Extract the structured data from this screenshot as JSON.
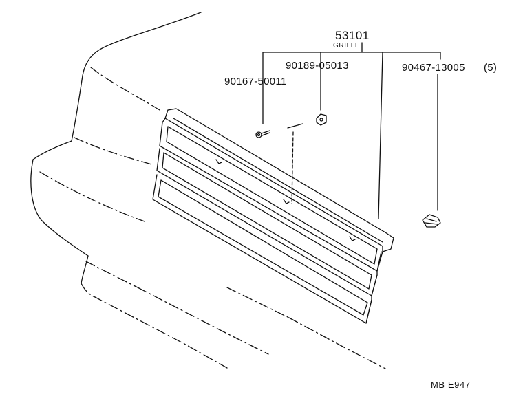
{
  "diagram": {
    "assembly": {
      "part_number": "53101",
      "name": "GRILLE"
    },
    "callouts": [
      {
        "part_number": "90189-05013",
        "quantity": ""
      },
      {
        "part_number": "90467-13005",
        "quantity": "(5)"
      },
      {
        "part_number": "90167-50011",
        "quantity": ""
      }
    ],
    "drawing_code": "MB E947",
    "line_color": "#111111",
    "background_color": "#ffffff"
  }
}
